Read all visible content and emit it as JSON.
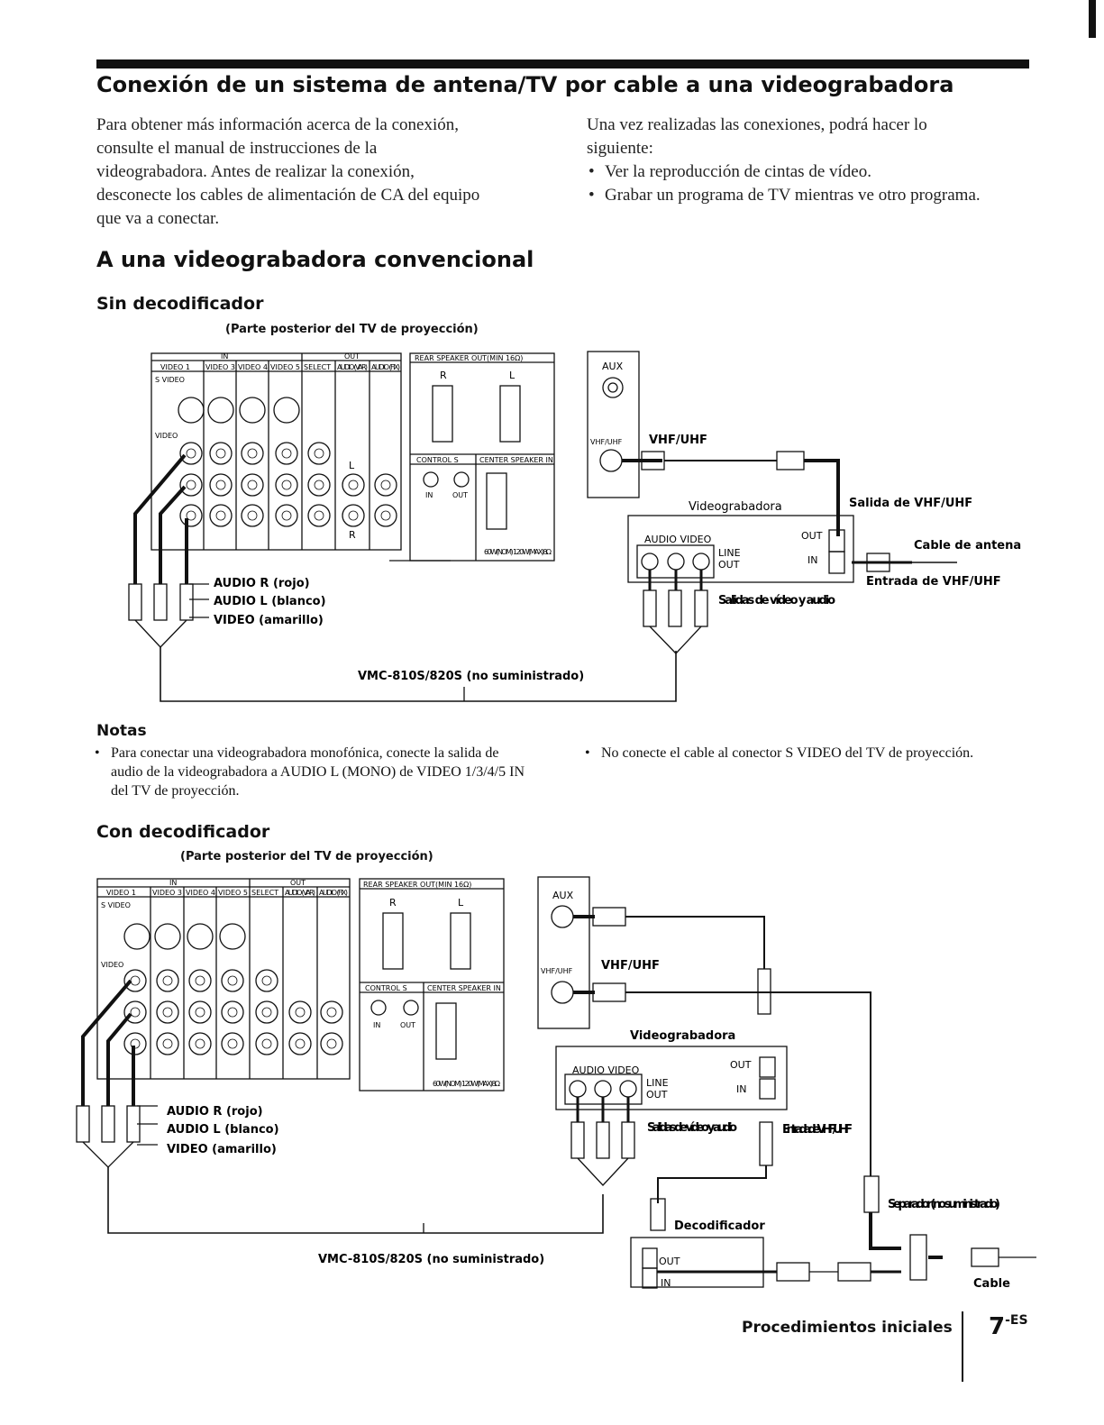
{
  "header": {
    "title": "Conexión de un sistema de antena/TV por cable a una videograbadora"
  },
  "intro": {
    "left_lines": [
      "Para obtener más información acerca de la conexión,",
      "consulte el manual de instrucciones de la",
      "videograbadora.  Antes de realizar la conexión,",
      "desconecte los cables de alimentación de CA del equipo",
      "que va a conectar."
    ],
    "right_lines": [
      "Una vez realizadas las conexiones, podrá hacer lo",
      "siguiente:"
    ],
    "bullets": [
      "Ver la reproducción de cintas de vídeo.",
      "Grabar un programa de TV mientras ve otro programa."
    ]
  },
  "section": {
    "heading": "A una videograbadora convencional"
  },
  "sub1": {
    "heading": "Sin decodificador",
    "caption": "(Parte posterior del TV de proyección)"
  },
  "panel": {
    "in": "IN",
    "out": "OUT",
    "video1": "VIDEO 1",
    "video3": "VIDEO 3",
    "video4": "VIDEO 4",
    "video5": "VIDEO 5",
    "select": "SELECT",
    "audio_var": "AUDIO (VAR)",
    "audio_fix": "AUDIO (FIX)",
    "svideo": "S VIDEO",
    "video": "VIDEO",
    "l": "L",
    "r": "R",
    "rear_speaker": "REAR SPEAKER OUT(MIN 16Ω)",
    "control_s": "CONTROL S",
    "center_speaker": "CENTER SPEAKER IN",
    "ctrl_in": "IN",
    "ctrl_out": "OUT",
    "power": "60W(NOM) 120W(MAX)8Ω"
  },
  "diagram1": {
    "aux": "AUX",
    "vhfuhf_small": "VHF/UHF",
    "vhfuhf": "VHF/UHF",
    "vcr": "Videograbadora",
    "vhf_out": "Salida de VHF/UHF",
    "antenna": "Cable de antena",
    "vhf_in": "Entrada de VHF/UHF",
    "vcr_audio_video": "AUDIO  VIDEO",
    "line": "LINE",
    "line_out": "OUT",
    "vcr_out": "OUT",
    "vcr_in": "IN",
    "outputs": "Salidas de vídeo y audio",
    "audio_r": "AUDIO R (rojo)",
    "audio_l": "AUDIO L (blanco)",
    "video_y": "VIDEO (amarillo)",
    "cable_model": "VMC-810S/820S (no suministrado)"
  },
  "notes": {
    "heading": "Notas",
    "left": "Para conectar una videograbadora monofónica, conecte la salida de audio de la videograbadora a AUDIO L (MONO) de VIDEO 1/3/4/5 IN del TV de proyección.",
    "right": "No conecte el cable al conector S VIDEO del TV de proyección."
  },
  "sub2": {
    "heading": "Con decodificador",
    "caption": "(Parte posterior del TV de proyección)"
  },
  "diagram2": {
    "aux": "AUX",
    "vhfuhf_small": "VHF/UHF",
    "vhfuhf": "VHF/UHF",
    "vcr": "Videograbadora",
    "vcr_audio_video": "AUDIO  VIDEO",
    "line": "LINE",
    "line_out": "OUT",
    "vcr_out": "OUT",
    "vcr_in": "IN",
    "outputs": "Salidas de vídeo y audio",
    "vhf_in": "Entrada de VHF/UHF",
    "splitter": "Separador (no suministrado)",
    "decoder": "Decodificador",
    "dec_out": "OUT",
    "dec_in": "IN",
    "cable": "Cable",
    "audio_r": "AUDIO R (rojo)",
    "audio_l": "AUDIO L (blanco)",
    "video_y": "VIDEO (amarillo)",
    "cable_model": "VMC-810S/820S (no suministrado)"
  },
  "footer": {
    "section": "Procedimientos iniciales",
    "page": "7",
    "page_suffix": "-ES"
  }
}
